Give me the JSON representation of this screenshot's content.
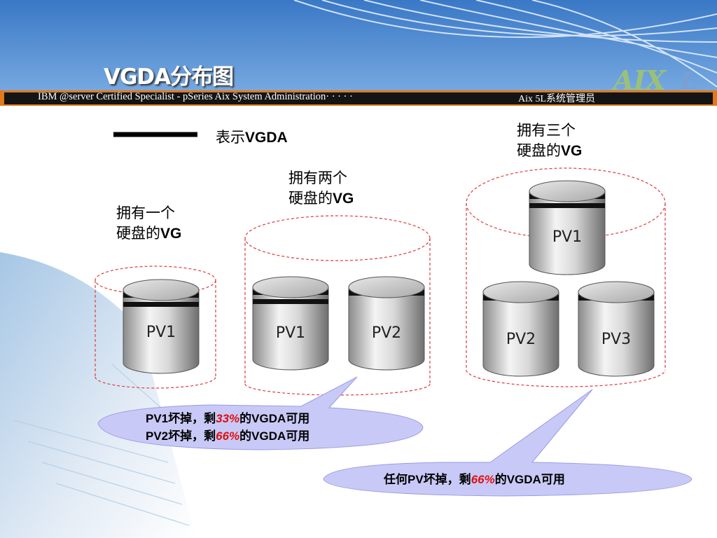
{
  "title": "VGDA分布图",
  "banner": {
    "left_text": "IBM @server Certified Specialist - pSeries Aix System Administration· · · · ·",
    "right_text": "Aix 5L系统管理员",
    "logo_text": "AIX",
    "logo_suffix": "L"
  },
  "legend": {
    "prefix": "表示",
    "term": "VGDA"
  },
  "groups": [
    {
      "line1": "拥有一个",
      "line2_prefix": "硬盘的",
      "line2_term": "VG",
      "disks": [
        "PV1"
      ]
    },
    {
      "line1": "拥有两个",
      "line2_prefix": "硬盘的",
      "line2_term": "VG",
      "disks": [
        "PV1",
        "PV2"
      ]
    },
    {
      "line1": "拥有三个",
      "line2_prefix": "硬盘的",
      "line2_term": "VG",
      "disks": [
        "PV1",
        "PV2",
        "PV3"
      ]
    }
  ],
  "callouts": {
    "two_disk": {
      "line1": {
        "pre": "PV1坏掉，剩",
        "pct": "33%",
        "post": "的VGDA可用"
      },
      "line2": {
        "pre": "PV2坏掉，剩",
        "pct": "66%",
        "post": "的VGDA可用"
      }
    },
    "three_disk": {
      "line1": {
        "pre": "任何PV坏掉，剩",
        "pct": "66%",
        "post": "的VGDA可用"
      }
    }
  },
  "colors": {
    "accent_red": "#e01010",
    "banner_dark": "#141414",
    "banner_orange": "#e07a1a",
    "sky_blue": "#4d88cf",
    "bubble": "#c9c9f7",
    "dashed_outline": "#e03a3a"
  }
}
